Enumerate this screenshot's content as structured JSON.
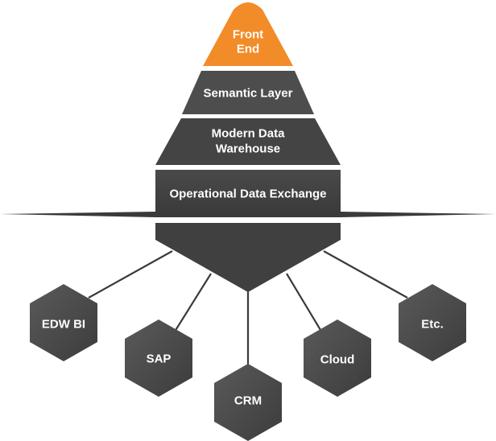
{
  "colors": {
    "accent": "#f28c28",
    "dark_layer": "#3f3f3f",
    "mid_layer": "#4f4f4f",
    "node_fill": "#484848",
    "node_highlight": "#5e5e5e",
    "text": "#ffffff"
  },
  "layers": [
    {
      "label_line1": "Front",
      "label_line2": "End"
    },
    {
      "label_line1": "Semantic Layer",
      "label_line2": ""
    },
    {
      "label_line1": "Modern Data",
      "label_line2": "Warehouse"
    },
    {
      "label_line1": "Operational Data Exchange",
      "label_line2": ""
    }
  ],
  "sources": [
    {
      "label": "EDW BI"
    },
    {
      "label": "SAP"
    },
    {
      "label": "CRM"
    },
    {
      "label": "Cloud"
    },
    {
      "label": "Etc."
    }
  ]
}
